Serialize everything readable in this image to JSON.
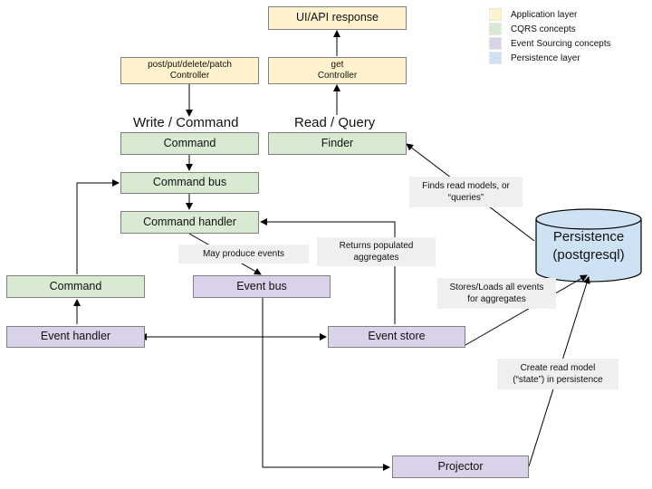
{
  "legend": [
    {
      "label": "Application layer",
      "color": "#fff2cc"
    },
    {
      "label": "CQRS concepts",
      "color": "#d9ead3"
    },
    {
      "label": "Event Sourcing concepts",
      "color": "#d9d2e9"
    },
    {
      "label": "Persistence layer",
      "color": "#cfe2f3"
    }
  ],
  "headings": {
    "write": "Write / Command",
    "read": "Read / Query"
  },
  "boxes": {
    "ui_response": "UI/API response",
    "write_controller_line1": "post/put/delete/patch",
    "write_controller_line2": "Controller",
    "read_controller_line1": "get",
    "read_controller_line2": "Controller",
    "command": "Command",
    "finder": "Finder",
    "command_bus": "Command bus",
    "command_handler": "Command handler",
    "command_left": "Command",
    "event_bus": "Event bus",
    "event_handler": "Event handler",
    "event_store": "Event store",
    "projector": "Projector"
  },
  "persistence": {
    "line1": "Persistence",
    "line2": "(postgresql)"
  },
  "notes": {
    "may_produce": "May produce events",
    "returns_populated_line1": "Returns populated",
    "returns_populated_line2": "aggregates",
    "finds_read_line1": "Finds read models, or",
    "finds_read_line2": "“queries”",
    "stores_loads_line1": "Stores/Loads all events",
    "stores_loads_line2": "for aggregates",
    "create_read_line1": "Create read model",
    "create_read_line2": "(“state”) in persistence"
  }
}
